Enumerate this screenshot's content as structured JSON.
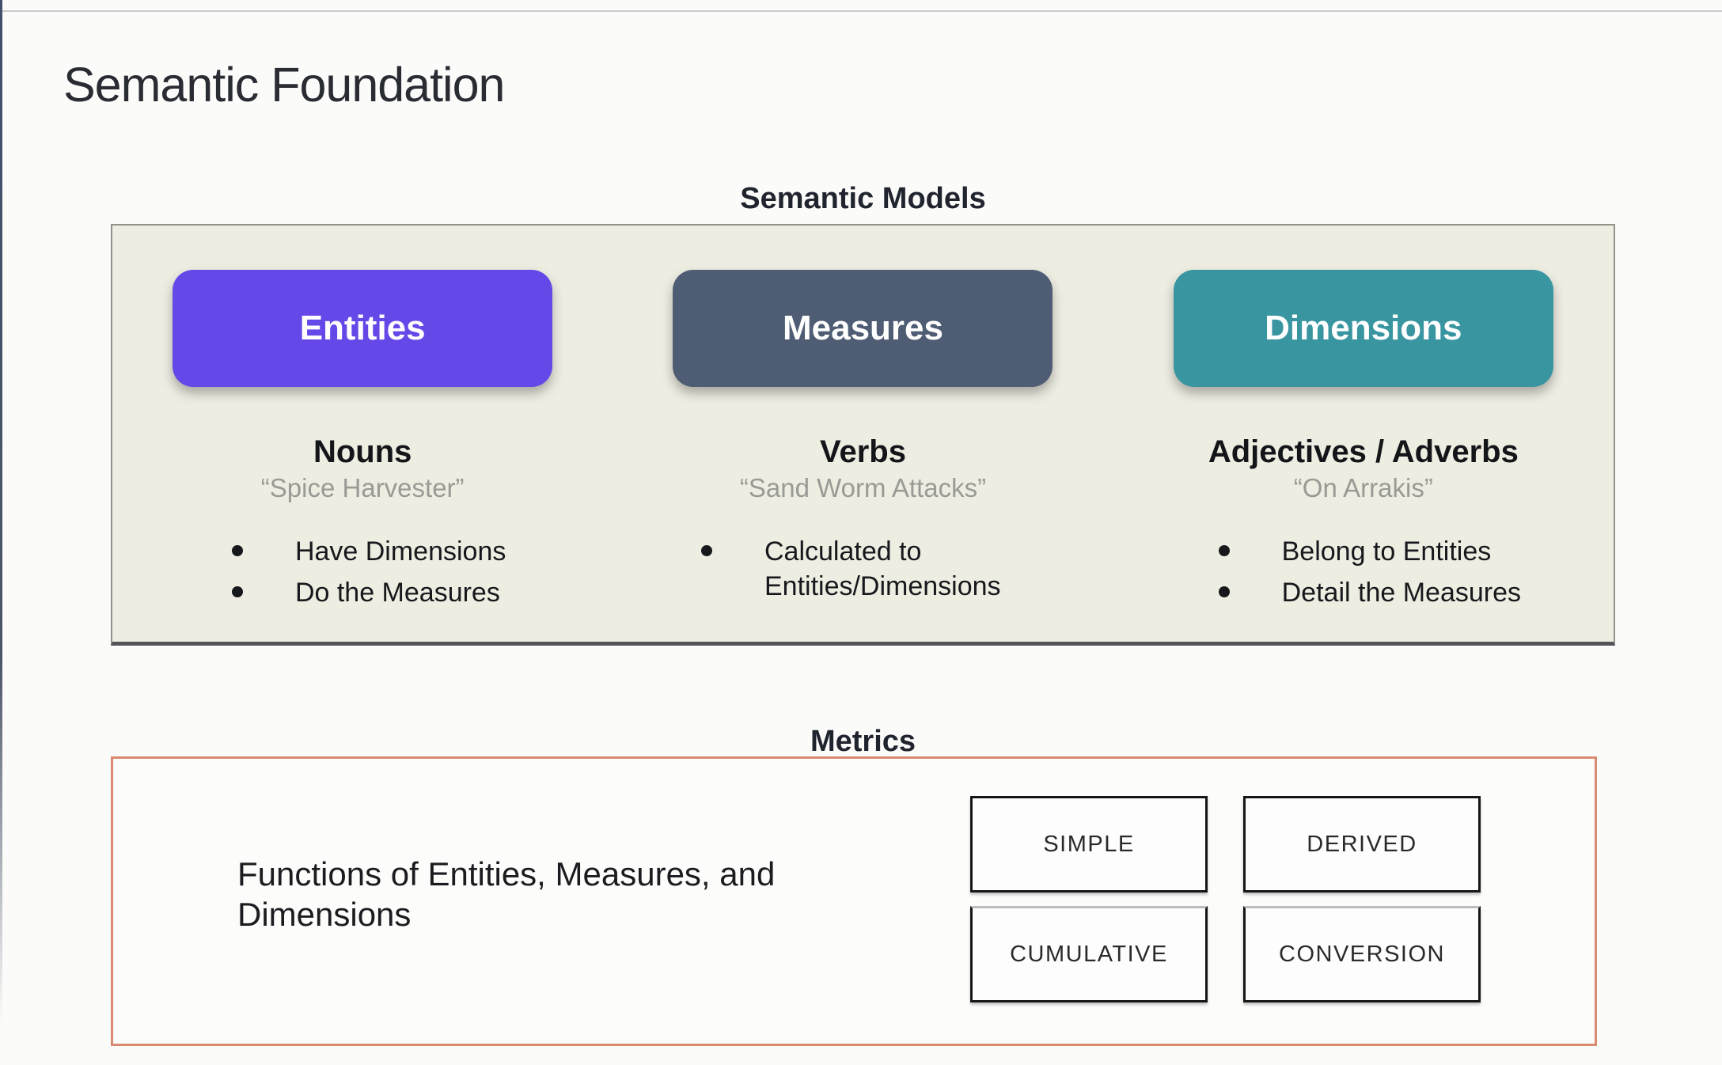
{
  "page": {
    "title": "Semantic Foundation"
  },
  "semantic_models": {
    "heading": "Semantic Models",
    "columns": [
      {
        "pill": "Entities",
        "role": "Nouns",
        "example": "“Spice Harvester”",
        "bullets": [
          "Have Dimensions",
          "Do the Measures"
        ]
      },
      {
        "pill": "Measures",
        "role": "Verbs",
        "example": "“Sand Worm Attacks”",
        "bullets": [
          "Calculated to Entities/Dimensions"
        ]
      },
      {
        "pill": "Dimensions",
        "role": "Adjectives / Adverbs",
        "example": "“On Arrakis”",
        "bullets": [
          "Belong to Entities",
          "Detail the Measures"
        ]
      }
    ]
  },
  "metrics": {
    "heading": "Metrics",
    "description": "Functions of Entities, Measures, and Dimensions",
    "types": [
      "SIMPLE",
      "DERIVED",
      "CUMULATIVE",
      "CONVERSION"
    ]
  },
  "colors": {
    "entities_pill": "#6648E8",
    "measures_pill": "#4E5D73",
    "dimensions_pill": "#3996A1",
    "models_panel_bg": "#EEEDE2",
    "metrics_border": "#D98A70"
  }
}
